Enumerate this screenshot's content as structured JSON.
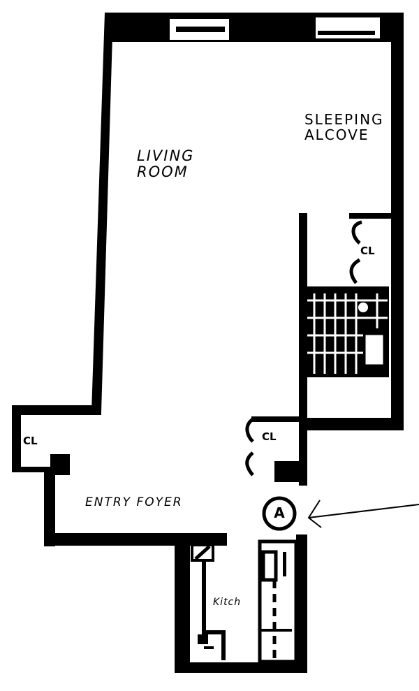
{
  "rooms": {
    "living_room": [
      "LIVING",
      "ROOM"
    ],
    "sleeping_alcove": [
      "SLEEPING",
      "ALCOVE"
    ],
    "entry_foyer": "ENTRY FOYER",
    "kitchen": "Kitch",
    "closets": [
      "CL",
      "CL",
      "CL"
    ]
  },
  "entrance_marker": "A",
  "colors": {
    "wall": "#000000",
    "background": "#ffffff"
  }
}
